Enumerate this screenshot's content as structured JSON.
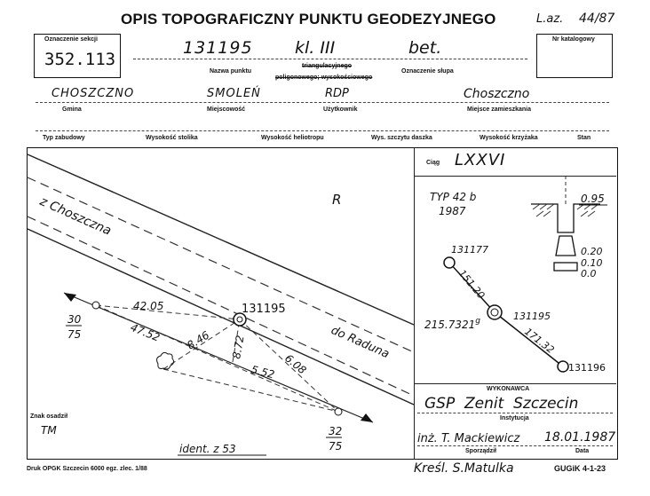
{
  "header": {
    "title": "OPIS TOPOGRAFICZNY PUNKTU GEODEZYJNEGO",
    "laz_label": "L.az.",
    "laz_value": "44/87"
  },
  "section": {
    "label": "Oznaczenie sekcji",
    "value": "352.113"
  },
  "catalog": {
    "label": "Nr katalogowy"
  },
  "point": {
    "number": "131195",
    "class": "kl. III",
    "marker": "bet.",
    "name_label": "Nazwa punktu",
    "type_line1": "triangulacyjnego",
    "type_line2": "poligonowego; wysokościowego",
    "pillar_label": "Oznaczenie słupa"
  },
  "location": {
    "gmina": "CHOSZCZNO",
    "gmina_label": "Gmina",
    "miejscowosc": "SMOLEŃ",
    "miejscowosc_label": "Miejscowość",
    "uzytkownik": "RDP",
    "uzytkownik_label": "Użytkownik",
    "miejsce": "Choszczno",
    "miejsce_label": "Miejsce zamieszkania"
  },
  "row3": {
    "typ": "Typ zabudowy",
    "stolik": "Wysokość stolika",
    "heliotrop": "Wysokość heliotropu",
    "daszek": "Wys. szczytu daszka",
    "krzyzak": "Wysokość krzyżaka",
    "stan": "Stan"
  },
  "map": {
    "road_from": "z Choszczna",
    "road_to": "do Raduna",
    "area": "R",
    "point": "131195",
    "frac_left_top": "30",
    "frac_left_bottom": "75",
    "frac_right_top": "32",
    "frac_right_bottom": "75",
    "d1": "42.05",
    "d2": "47.52",
    "d3": "8.46",
    "d4": "8.72",
    "d5": "6.08",
    "d6": "5.52",
    "ident": "ident. z 53",
    "sign_label": "Znak osadził",
    "sign_value": "TM"
  },
  "right_panel": {
    "ciag_label": "Ciąg",
    "ciag_value": "LXXVI",
    "typ": "TYP 42 b",
    "year": "1987",
    "depth": "0.95",
    "h1": "0.20",
    "h2": "0.10",
    "h3": "0.0",
    "p_top": "131177",
    "d_top": "151.20",
    "angle": "215.7321",
    "angle_unit": "g",
    "p_mid": "131195",
    "d_bottom": "171.32",
    "p_bottom": "131196"
  },
  "wykonawca": {
    "label": "WYKONAWCA",
    "institution": "GSP  Zenit  Szczecin",
    "institution_label": "Instytucja",
    "author": "inż. T. Mackiewicz",
    "date": "18.01.1987",
    "author_label": "Sporządził",
    "date_label": "Data"
  },
  "footer": {
    "left": "Druk OPGK Szczecin 6000 egz. zlec. 1/88",
    "center": "Kreśl. S.Matulka",
    "right": "GUGiK 4-1-23"
  }
}
